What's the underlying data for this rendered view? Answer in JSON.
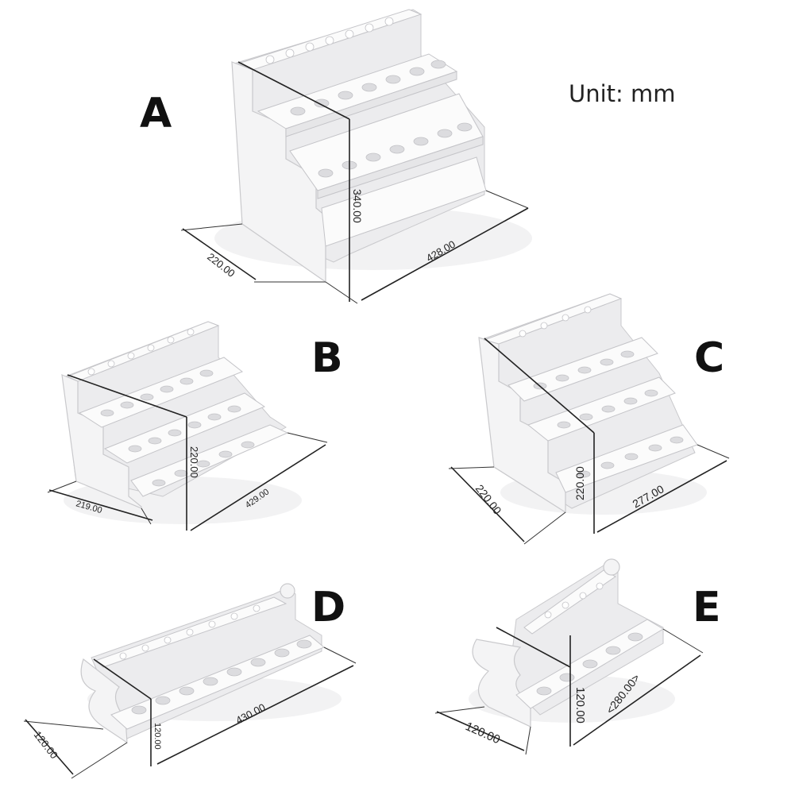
{
  "unit_label": "Unit: mm",
  "panels": [
    {
      "letter": "A",
      "dims": [
        "220.00",
        "340.00",
        "428.00"
      ]
    },
    {
      "letter": "B",
      "dims": [
        "219.00",
        "220.00",
        "429.00"
      ]
    },
    {
      "letter": "C",
      "dims": [
        "220.00",
        "220.00",
        "277.00"
      ]
    },
    {
      "letter": "D",
      "dims": [
        "120.00",
        "120.00",
        "430.00"
      ]
    },
    {
      "letter": "E",
      "dims": [
        "120.00",
        "120.00",
        "<280.00>"
      ]
    }
  ]
}
